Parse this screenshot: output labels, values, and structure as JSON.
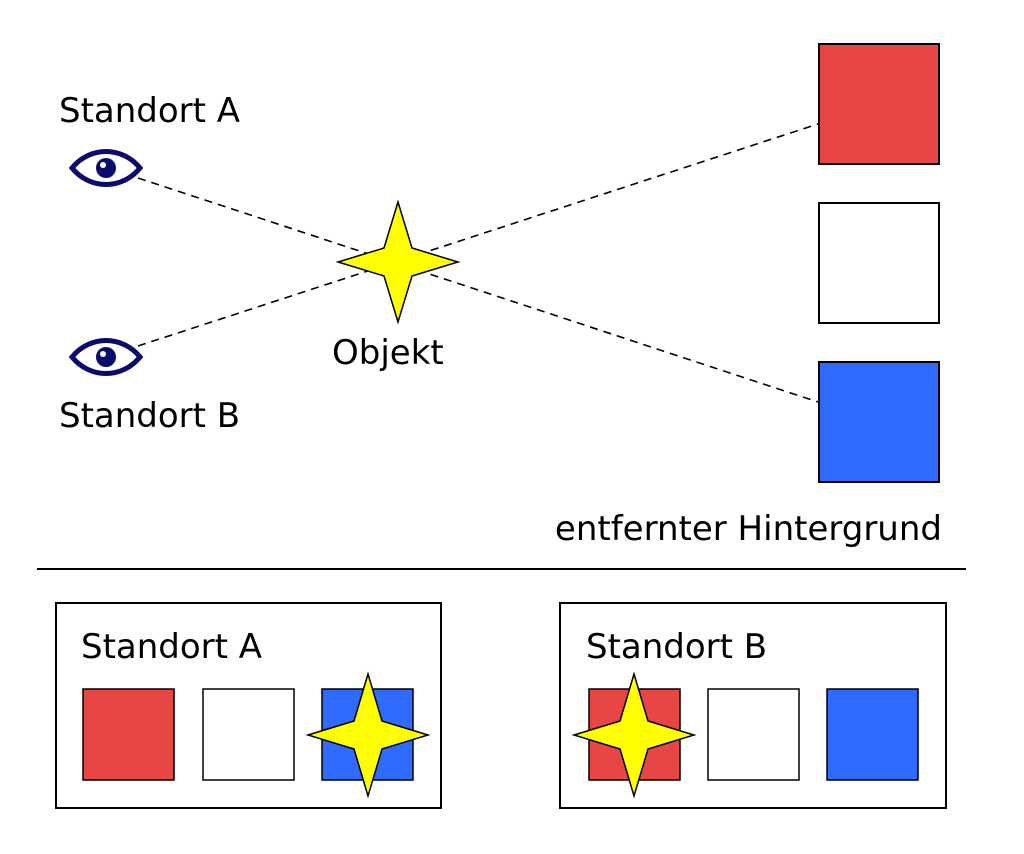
{
  "labels": {
    "viewpoint_a": "Standort A",
    "viewpoint_b": "Standort B",
    "object": "Objekt",
    "background": "entfernter Hintergrund"
  },
  "panels": {
    "left_title": "Standort A",
    "right_title": "Standort B"
  },
  "colors": {
    "red": "#e84545",
    "white": "#ffffff",
    "blue": "#2f6bff",
    "star": "#ffff00",
    "eye": "#0b0b6e"
  },
  "icons": {
    "viewer": "eye-icon",
    "object": "four-point-star-icon"
  }
}
